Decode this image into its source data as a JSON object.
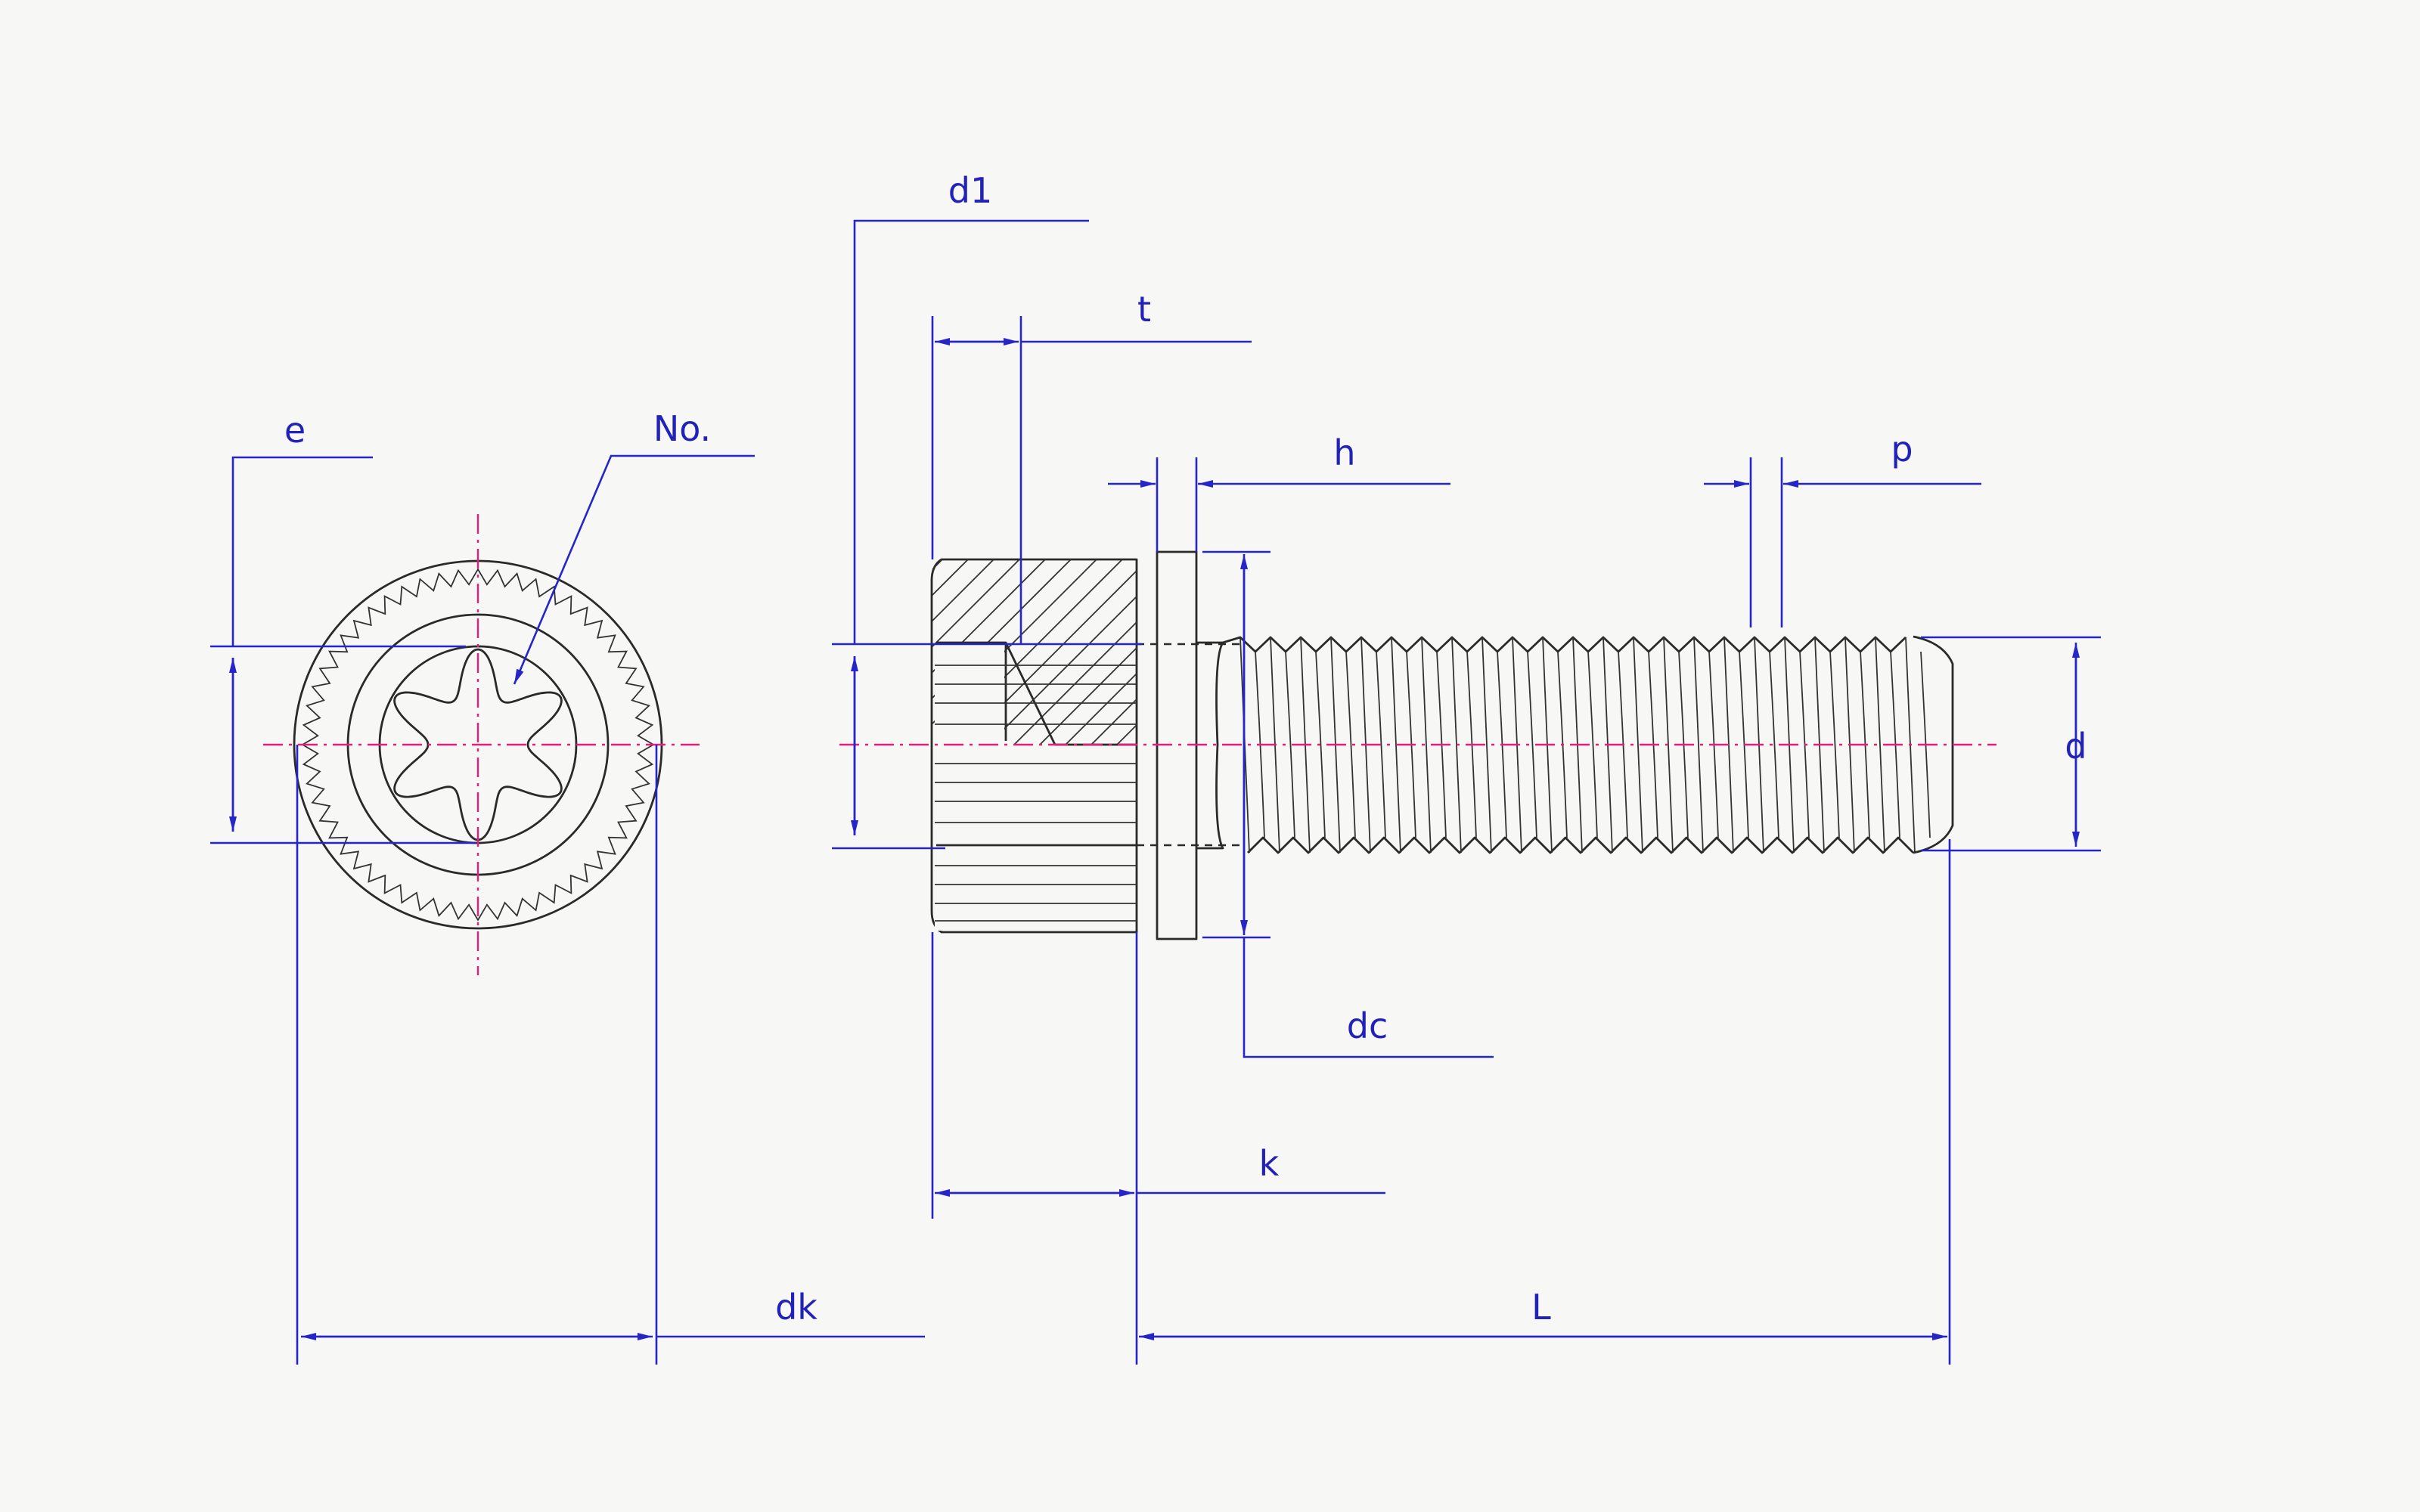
{
  "labels": {
    "e": "e",
    "no": "No.",
    "dk": "dk",
    "d1": "d1",
    "t": "t",
    "h": "h",
    "p": "p",
    "d": "d",
    "dc": "dc",
    "k": "k",
    "L": "L"
  },
  "colors": {
    "dimension": "#2525c8",
    "centerline": "#e0207a",
    "outline": "#2a2a2a",
    "background": "#f7f7f6"
  }
}
